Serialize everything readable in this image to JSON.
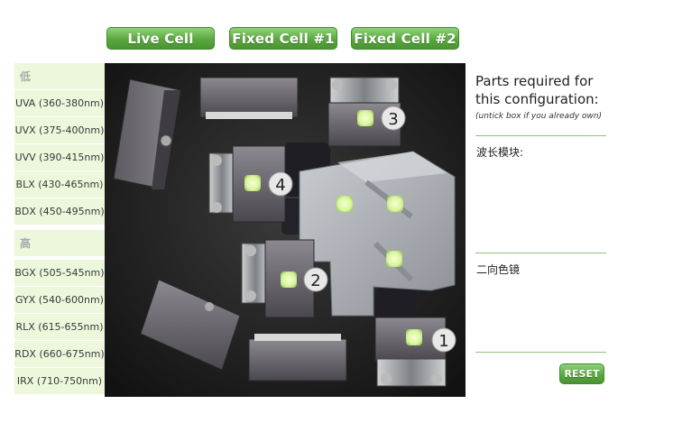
{
  "top_buttons": {
    "live_cell": "Live Cell",
    "fixed_cell_1": "Fixed Cell #1",
    "fixed_cell_2": "Fixed Cell #2"
  },
  "wavelengths": {
    "low_header": "低",
    "low_items": [
      "UVA (360-380nm)",
      "UVX (375-400nm)",
      "UVV (390-415nm)",
      "BLX (430-465nm)",
      "BDX (450-495nm)"
    ],
    "high_header": "高",
    "high_items": [
      "BGX (505-545nm)",
      "GYX (540-600nm)",
      "RLX (615-655nm)",
      "RDX (660-675nm)",
      "IRX (710-750nm)"
    ]
  },
  "positions": [
    "1",
    "2",
    "3",
    "4"
  ],
  "parts": {
    "title": "Parts required for this configuration:",
    "subtitle": "(untick box if you already own)",
    "wavelength_module_label": "波长模块:",
    "dichroic_label": "二向色镜",
    "reset_label": "RESET"
  },
  "colors": {
    "accent_green": "#5aa83f",
    "row_bg": "#edf7dc",
    "led_glow": "#e4ffa8"
  }
}
